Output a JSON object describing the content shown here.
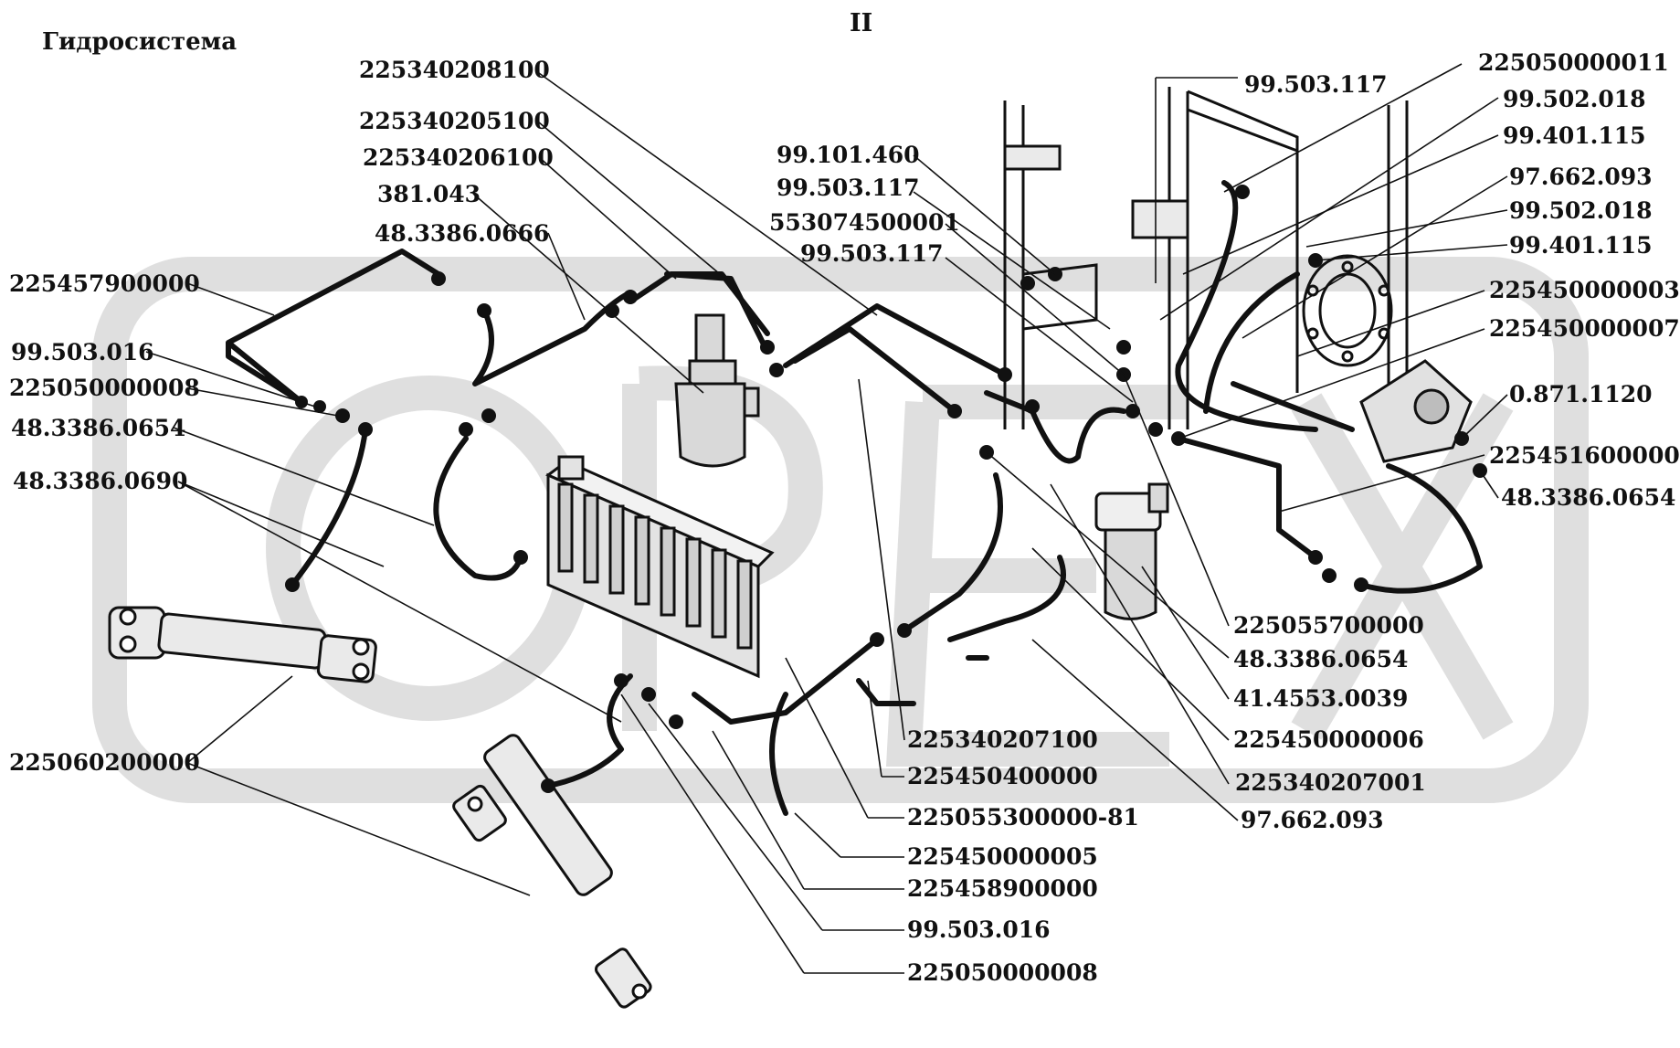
{
  "title": "Гидросистема",
  "section": "II",
  "watermark": "OPEX",
  "colors": {
    "ink": "#111111",
    "watermark": "#d9d9d9",
    "fill_light": "#eaeaea",
    "fill_mid": "#bdbdbd"
  },
  "callouts": [
    "225340208100",
    "225340205100",
    "225340206100",
    "381.043",
    "48.3386.0666",
    "225457900000",
    "99.503.016",
    "225050000008",
    "48.3386.0654",
    "48.3386.0690",
    "225060200000",
    "99.101.460",
    "99.503.117",
    "553074500001",
    "99.503.117",
    "99.503.117",
    "225050000011",
    "99.502.018",
    "99.401.115",
    "97.662.093",
    "99.502.018",
    "99.401.115",
    "225450000003",
    "225450000007",
    "0.871.1120",
    "225451600000",
    "48.3386.0654",
    "225055700000",
    "48.3386.0654",
    "41.4553.0039",
    "225340207100",
    "225450000006",
    "225450400000",
    "225340207001",
    "225055300000-81",
    "97.662.093",
    "225450000005",
    "225458900000",
    "99.503.016",
    "225050000008"
  ]
}
